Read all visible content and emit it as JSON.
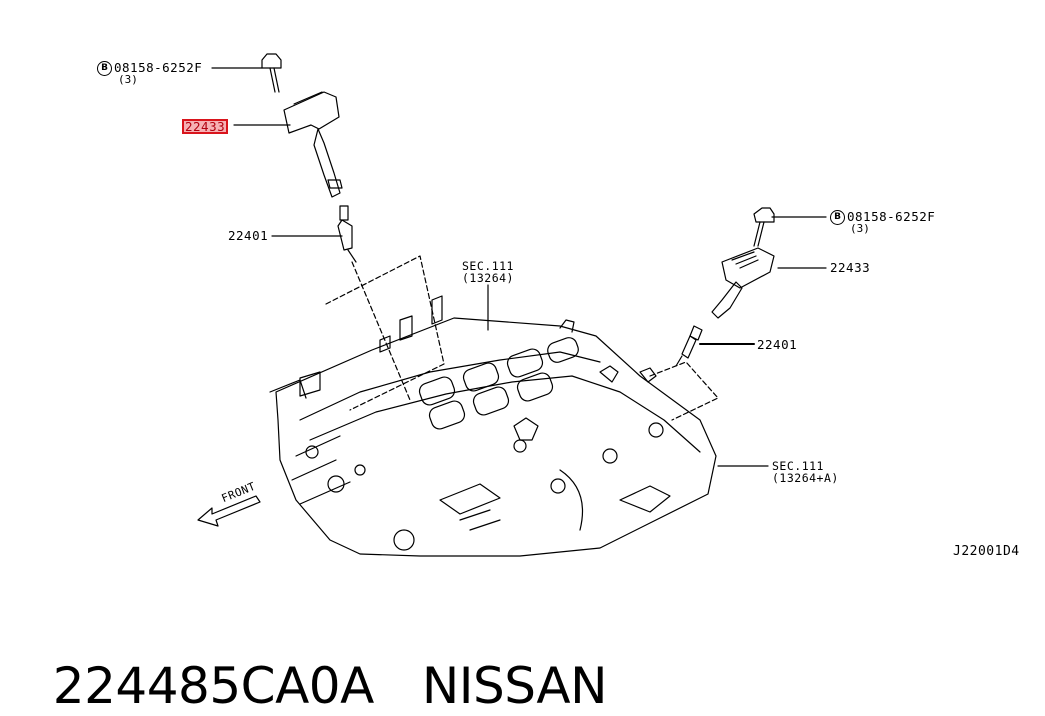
{
  "callouts": {
    "bolt_top": {
      "symbol": "B",
      "part_number": "08158-6252F",
      "qty": "(3)"
    },
    "coil_top_highlight": "22433",
    "plug_top": "22401",
    "bolt_right": {
      "symbol": "B",
      "part_number": "08158-6252F",
      "qty": "(3)"
    },
    "coil_right": "22433",
    "plug_right": "22401",
    "sec_manifold": {
      "title": "SEC.111",
      "ref": "(13264)"
    },
    "sec_cover": {
      "title": "SEC.111",
      "ref": "(13264+A)"
    },
    "front_label": "FRONT",
    "diagram_code": "J22001D4"
  },
  "footer": {
    "part_number": "224485CA0A",
    "brand": "NISSAN"
  },
  "colors": {
    "highlight": "#d9141c",
    "ink": "#000000"
  }
}
